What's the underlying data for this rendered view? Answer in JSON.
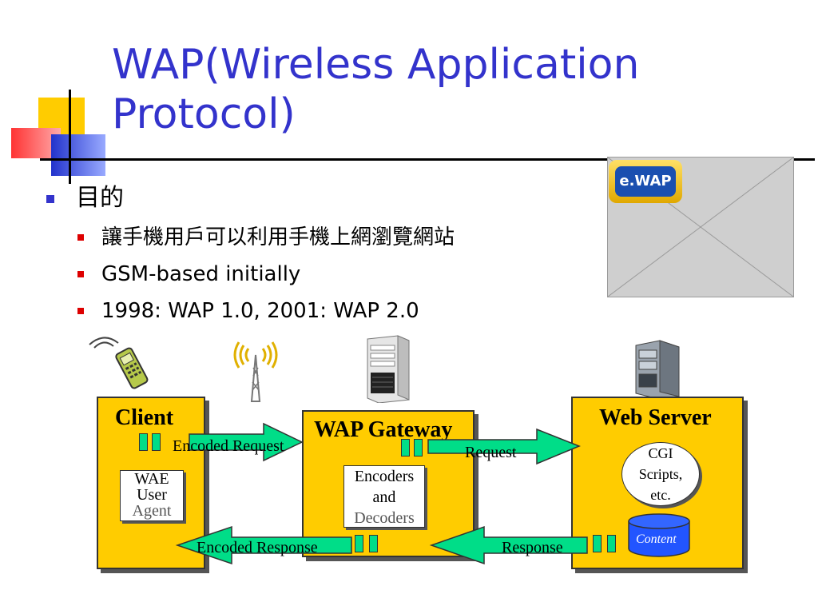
{
  "slide": {
    "title_line1": "WAP(Wireless Application",
    "title_line2": "Protocol)",
    "bullet_main": "目的",
    "sub_bullets": [
      "讓手機用戶可以利用手機上網瀏覽網站",
      "GSM-based initially",
      "1998: WAP 1.0, 2001: WAP 2.0"
    ]
  },
  "logo": {
    "text": "e.WAP"
  },
  "diagram": {
    "client_title": "Client",
    "client_inner": [
      "WAE",
      "User",
      "Agent"
    ],
    "gateway_title": "WAP Gateway",
    "gateway_inner": [
      "Encoders",
      "and",
      "Decoders"
    ],
    "server_title": "Web Server",
    "server_inner": [
      "CGI",
      "Scripts,",
      "etc."
    ],
    "content_label": "Content",
    "encoded_request": "Encoded Request",
    "request": "Request",
    "encoded_response": "Encoded Response",
    "response": "Response"
  },
  "colors": {
    "title": "#3333cc",
    "box_fill": "#ffcc00",
    "arrow_fill": "#00dd88",
    "content_fill": "#2255ff"
  },
  "icons": [
    "cellphone-icon",
    "antenna-tower-icon",
    "server-tower-icon",
    "web-server-computer-icon",
    "photo-placeholder"
  ]
}
